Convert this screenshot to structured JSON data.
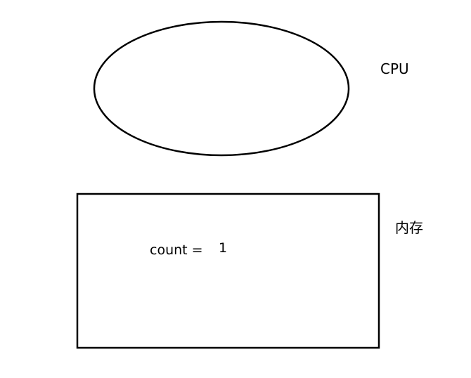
{
  "diagram": {
    "cpu_label": "CPU",
    "memory_label": "内存",
    "count_label": "count =",
    "count_value": "1"
  }
}
